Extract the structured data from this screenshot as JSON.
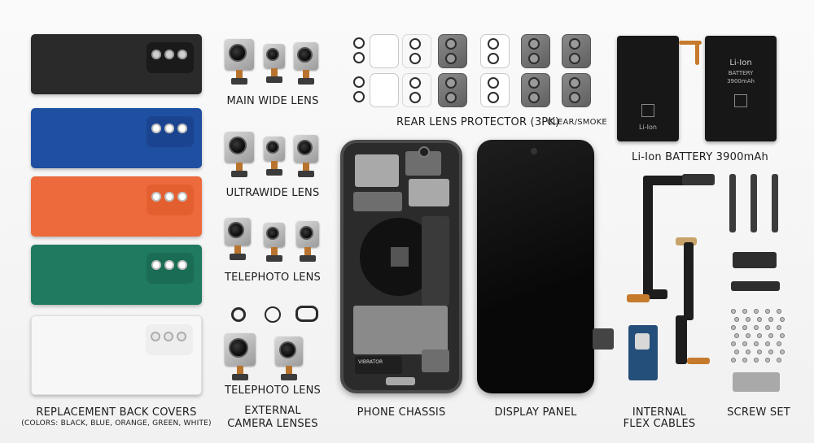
{
  "labels": {
    "back_covers": "REPLACEMENT BACK COVERS",
    "back_covers_colors": "(COLORS: BLACK, BLUE, ORANGE, GREEN, WHITE)",
    "main_wide": "MAIN WIDE LENS",
    "ultrawide": "ULTRAWIDE LENS",
    "telephoto_1": "TELEPHOTO LENS",
    "telephoto_2": "TELEPHOTO LENS",
    "external_1": "EXTERNAL",
    "external_2": "CAMERA LENSES",
    "rear_protector": "REAR LENS PROTECTOR (3PK)",
    "rear_protector_variant": "CLEAR/SMOKE",
    "chassis": "PHONE CHASSIS",
    "display": "DISPLAY PANEL",
    "battery": "Li-Ion BATTERY 3900mAh",
    "flex_1": "INTERNAL",
    "flex_2": "FLEX CABLES",
    "screws": "SCREW SET"
  },
  "battery_print": {
    "name": "Li-Ion",
    "sub": "BATTERY",
    "capacity": "3900mAh",
    "left_mark": "Li-Ion"
  },
  "chassis_print": "VIBRATOR",
  "cover_colors": {
    "black": "#2a2a2a",
    "blue": "#1f4fa0",
    "orange": "#ec6a3c",
    "green": "#1f7a5f",
    "white": "#f7f7f7"
  }
}
